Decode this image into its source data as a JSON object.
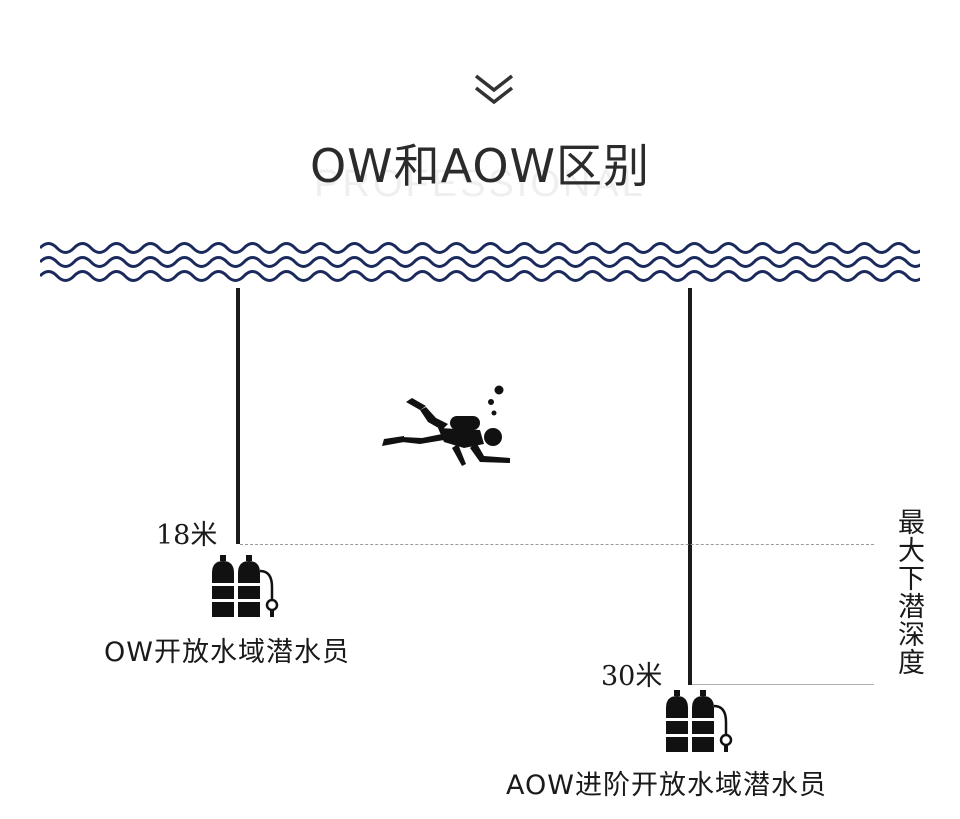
{
  "header": {
    "title": "OW和AOW区别",
    "watermark": "PROFESSIONAL"
  },
  "diagram": {
    "ow": {
      "depth_label": "18米",
      "caption": "OW开放水域潜水员"
    },
    "aow": {
      "depth_label": "30米",
      "caption": "AOW进阶开放水域潜水员"
    },
    "vertical_label": "最大下潜深度"
  },
  "colors": {
    "wave": "#1b2a5c",
    "line": "#1a1a1a",
    "dash": "#9a9a9a",
    "title": "#2b2b2b"
  },
  "icons": [
    "chevron-down-icon",
    "waves-icon",
    "diver-icon",
    "scuba-tank-icon"
  ]
}
